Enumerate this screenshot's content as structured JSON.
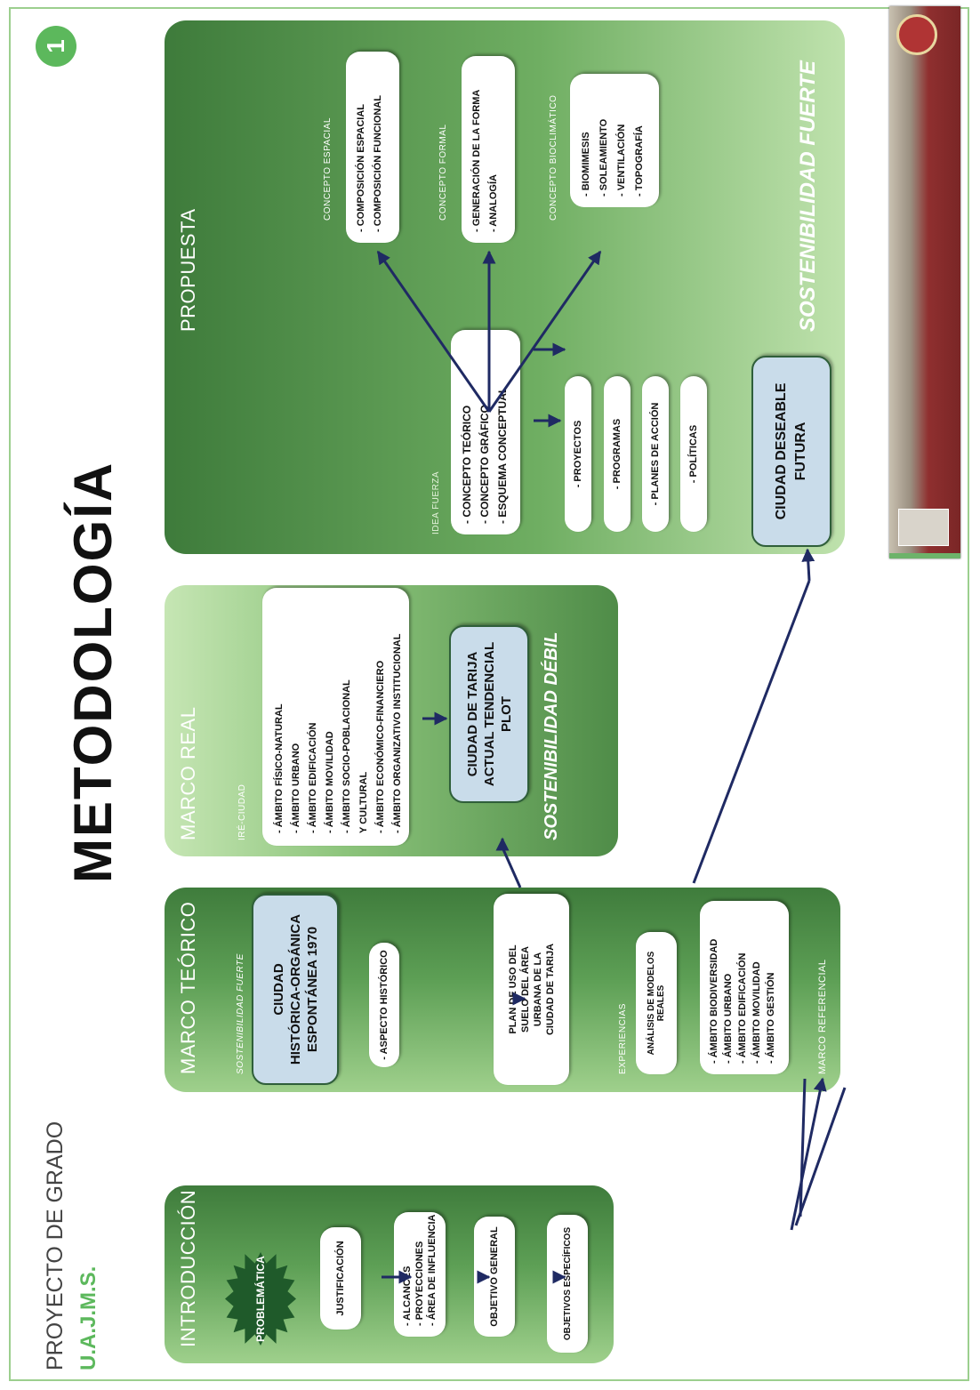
{
  "header": {
    "project": "PROYECTO DE GRADO",
    "university": "U.A.J.M.S.",
    "title": "METODOLOGÍA",
    "number": "1"
  },
  "colors": {
    "dark_green": "#2f6a34",
    "accent_green": "#5cb85c",
    "arrow": "#1f2a63",
    "blue_box": "#c9dcea"
  },
  "introduccion": {
    "title": "INTRODUCCIÓN",
    "problematica": "PROBLEMÁTICA",
    "justificacion": "JUSTIFICACIÓN",
    "alcances": [
      "- ALCANCES",
      "- PROYECCIONES",
      "- ÁREA DE INFLUENCIA"
    ],
    "objetivo_general": "OBJETIVO GENERAL",
    "objetivos_especificos": "OBJETIVOS ESPECÍFICOS"
  },
  "marco_teorico": {
    "title": "MARCO TEÓRICO",
    "sostenibilidad": "SOSTENIBILIDAD FUERTE",
    "ciudad": [
      "CIUDAD",
      "HISTÓRICA-ORGÁNICA",
      "ESPONTÁNEA 1970"
    ],
    "aspecto": "- ASPECTO HISTÓRICO",
    "plan": [
      "PLAN DE USO DEL",
      "SUELO DEL ÁREA",
      "URBANA DE LA",
      "CIUDAD DE TARIJA"
    ],
    "experiencias": "EXPERIENCIAS",
    "analisis": [
      "ANÁLISIS DE MODELOS",
      "REALES"
    ],
    "ambitos": [
      "- ÁMBITO BIODIVERSIDAD",
      "- ÁMBITO URBANO",
      "- ÁMBITO EDIFICACIÓN",
      "- ÁMBITO MOVILIDAD",
      "- ÁMBITO GESTIÓN"
    ],
    "referencial": "MARCO REFERENCIAL"
  },
  "marco_real": {
    "title": "MARCO REAL",
    "label": "IRÉ-CIUDAD",
    "ambitos": [
      "- ÁMBITO FÍSICO-NATURAL",
      "- ÁMBITO URBANO",
      "- ÁMBITO EDIFICACIÓN",
      "- ÁMBITO MOVILIDAD",
      "- ÁMBITO SOCIO-POBLACIONAL",
      "  Y CULTURAL",
      "- ÁMBITO ECONÓMICO-FINANCIERO",
      "- ÁMBITO ORGANIZATIVO INSTITUCIONAL"
    ],
    "ciudad": [
      "CIUDAD DE TARIJA",
      "ACTUAL TENDENCIAL",
      "PLOT"
    ],
    "sostenibilidad": "SOSTENIBILIDAD DÉBIL"
  },
  "propuesta": {
    "title": "PROPUESTA",
    "label": "IDEA FUERZA",
    "conceptos": [
      "- CONCEPTO TEÓRICO",
      "- CONCEPTO GRÁFICO",
      "- ESQUEMA CONCEPTUAL"
    ],
    "proyectos": "- PROYECTOS",
    "programas": "- PROGRAMAS",
    "planes": "- PLANES DE ACCIÓN",
    "politicas": "- POLÍTICAS",
    "ciudad_deseable": [
      "CIUDAD DESEABLE",
      "FUTURA"
    ],
    "concepto_espacial_label": "CONCEPTO ESPACIAL",
    "concepto_espacial": [
      "- COMPOSICIÓN ESPACIAL",
      "- COMPOSICIÓN FUNCIONAL"
    ],
    "concepto_formal_label": "CONCEPTO FORMAL",
    "concepto_formal": [
      "- GENERACIÓN DE LA FORMA",
      "- ANALOGÍA"
    ],
    "concepto_bio_label": "CONCEPTO BIOCLIMÁTICO",
    "concepto_bio": [
      "- BIOMIMESIS",
      "- SOLEAMIENTO",
      "- VENTILACIÓN",
      "- TOPOGRAFÍA"
    ],
    "sostenibilidad": "SOSTENIBILIDAD FUERTE"
  }
}
